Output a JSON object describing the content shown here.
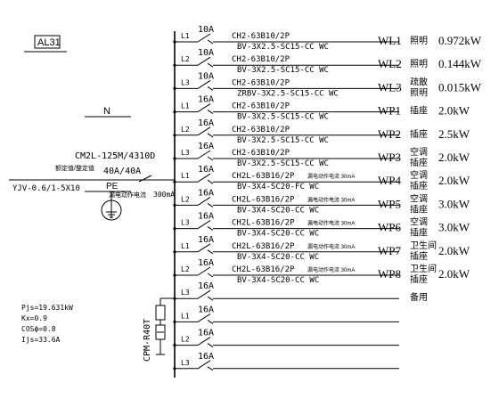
{
  "panel_label": "AL31",
  "neutral_label": "N",
  "pe_label": "PE",
  "main_breaker": {
    "model": "CM2L-125M/4310D",
    "rating_caption": "额定值/整定值",
    "rating": "40A/40A",
    "rcd_caption": "漏电动作电流",
    "rcd_value": "300mA"
  },
  "incoming_cable": "YJV-0.6/1-5X10",
  "spd_label": "CPM-R40T",
  "load_calc": [
    "Pjs=19.631kW",
    "Kx=0.9",
    "COSϕ=0.8",
    "Ijs=33.6A"
  ],
  "circuits": [
    {
      "phase": "L1",
      "amp": "10A",
      "breaker": "CH2-63B10/2P",
      "rcd": "",
      "cable": "BV-3X2.5-SC15-CC WC",
      "id": "WL1",
      "use": [
        "照明"
      ],
      "power": "0.972kW"
    },
    {
      "phase": "L2",
      "amp": "10A",
      "breaker": "CH2-63B10/2P",
      "rcd": "",
      "cable": "BV-3X2.5-SC15-CC WC",
      "id": "WL2",
      "use": [
        "照明"
      ],
      "power": "0.144kW"
    },
    {
      "phase": "L3",
      "amp": "10A",
      "breaker": "CH2-63B10/2P",
      "rcd": "",
      "cable": "ZRBV-3X2.5-SC15-CC WC",
      "id": "WL3",
      "use": [
        "疏散",
        "照明"
      ],
      "power": "0.015kW"
    },
    {
      "phase": "L1",
      "amp": "16A",
      "breaker": "CH2-63B10/2P",
      "rcd": "",
      "cable": "BV-3X2.5-SC15-CC WC",
      "id": "WP1",
      "use": [
        "插座"
      ],
      "power": "2.0kW"
    },
    {
      "phase": "L2",
      "amp": "16A",
      "breaker": "CH2-63B10/2P",
      "rcd": "",
      "cable": "BV-3X2.5-SC15-CC WC",
      "id": "WP2",
      "use": [
        "插座"
      ],
      "power": "2.5kW"
    },
    {
      "phase": "L3",
      "amp": "16A",
      "breaker": "CH2-63B10/2P",
      "rcd": "",
      "cable": "BV-3X2.5-SC15-CC WC",
      "id": "WP3",
      "use": [
        "空调",
        "插座"
      ],
      "power": "2.0kW"
    },
    {
      "phase": "L1",
      "amp": "16A",
      "breaker": "CH2L-63B16/2P",
      "rcd": "漏电动作电流 30mA",
      "cable": "BV-3X4-SC20-FC WC",
      "id": "WP4",
      "use": [
        "空调",
        "插座"
      ],
      "power": "2.0kW"
    },
    {
      "phase": "L2",
      "amp": "16A",
      "breaker": "CH2L-63B16/2P",
      "rcd": "漏电动作电流 30mA",
      "cable": "BV-3X4-SC20-CC WC",
      "id": "WP5",
      "use": [
        "空调",
        "插座"
      ],
      "power": "3.0kW"
    },
    {
      "phase": "L3",
      "amp": "16A",
      "breaker": "CH2L-63B16/2P",
      "rcd": "漏电动作电流 30mA",
      "cable": "BV-3X4-SC20-CC WC",
      "id": "WP6",
      "use": [
        "空调",
        "插座"
      ],
      "power": "3.0kW"
    },
    {
      "phase": "L1",
      "amp": "16A",
      "breaker": "CH2L-63B16/2P",
      "rcd": "漏电动作电流 30mA",
      "cable": "BV-3X4-SC20-CC WC",
      "id": "WP7",
      "use": [
        "卫生间",
        "插座"
      ],
      "power": "2.0kW"
    },
    {
      "phase": "L2",
      "amp": "16A",
      "breaker": "CH2L-63B16/2P",
      "rcd": "漏电动作电流 30mA",
      "cable": "BV-3X4-SC20-CC WC",
      "id": "WP8",
      "use": [
        "卫生间",
        "插座"
      ],
      "power": "2.0kW"
    },
    {
      "phase": "L3",
      "amp": "16A",
      "breaker": "",
      "rcd": "",
      "cable": "",
      "id": "",
      "use": [
        "备用"
      ],
      "power": ""
    },
    {
      "phase": "L1",
      "amp": "16A",
      "breaker": "",
      "rcd": "",
      "cable": "",
      "id": "",
      "use": [],
      "power": ""
    },
    {
      "phase": "L2",
      "amp": "16A",
      "breaker": "",
      "rcd": "",
      "cable": "",
      "id": "",
      "use": [],
      "power": ""
    },
    {
      "phase": "L3",
      "amp": "16A",
      "breaker": "",
      "rcd": "",
      "cable": "",
      "id": "",
      "use": [],
      "power": ""
    }
  ]
}
